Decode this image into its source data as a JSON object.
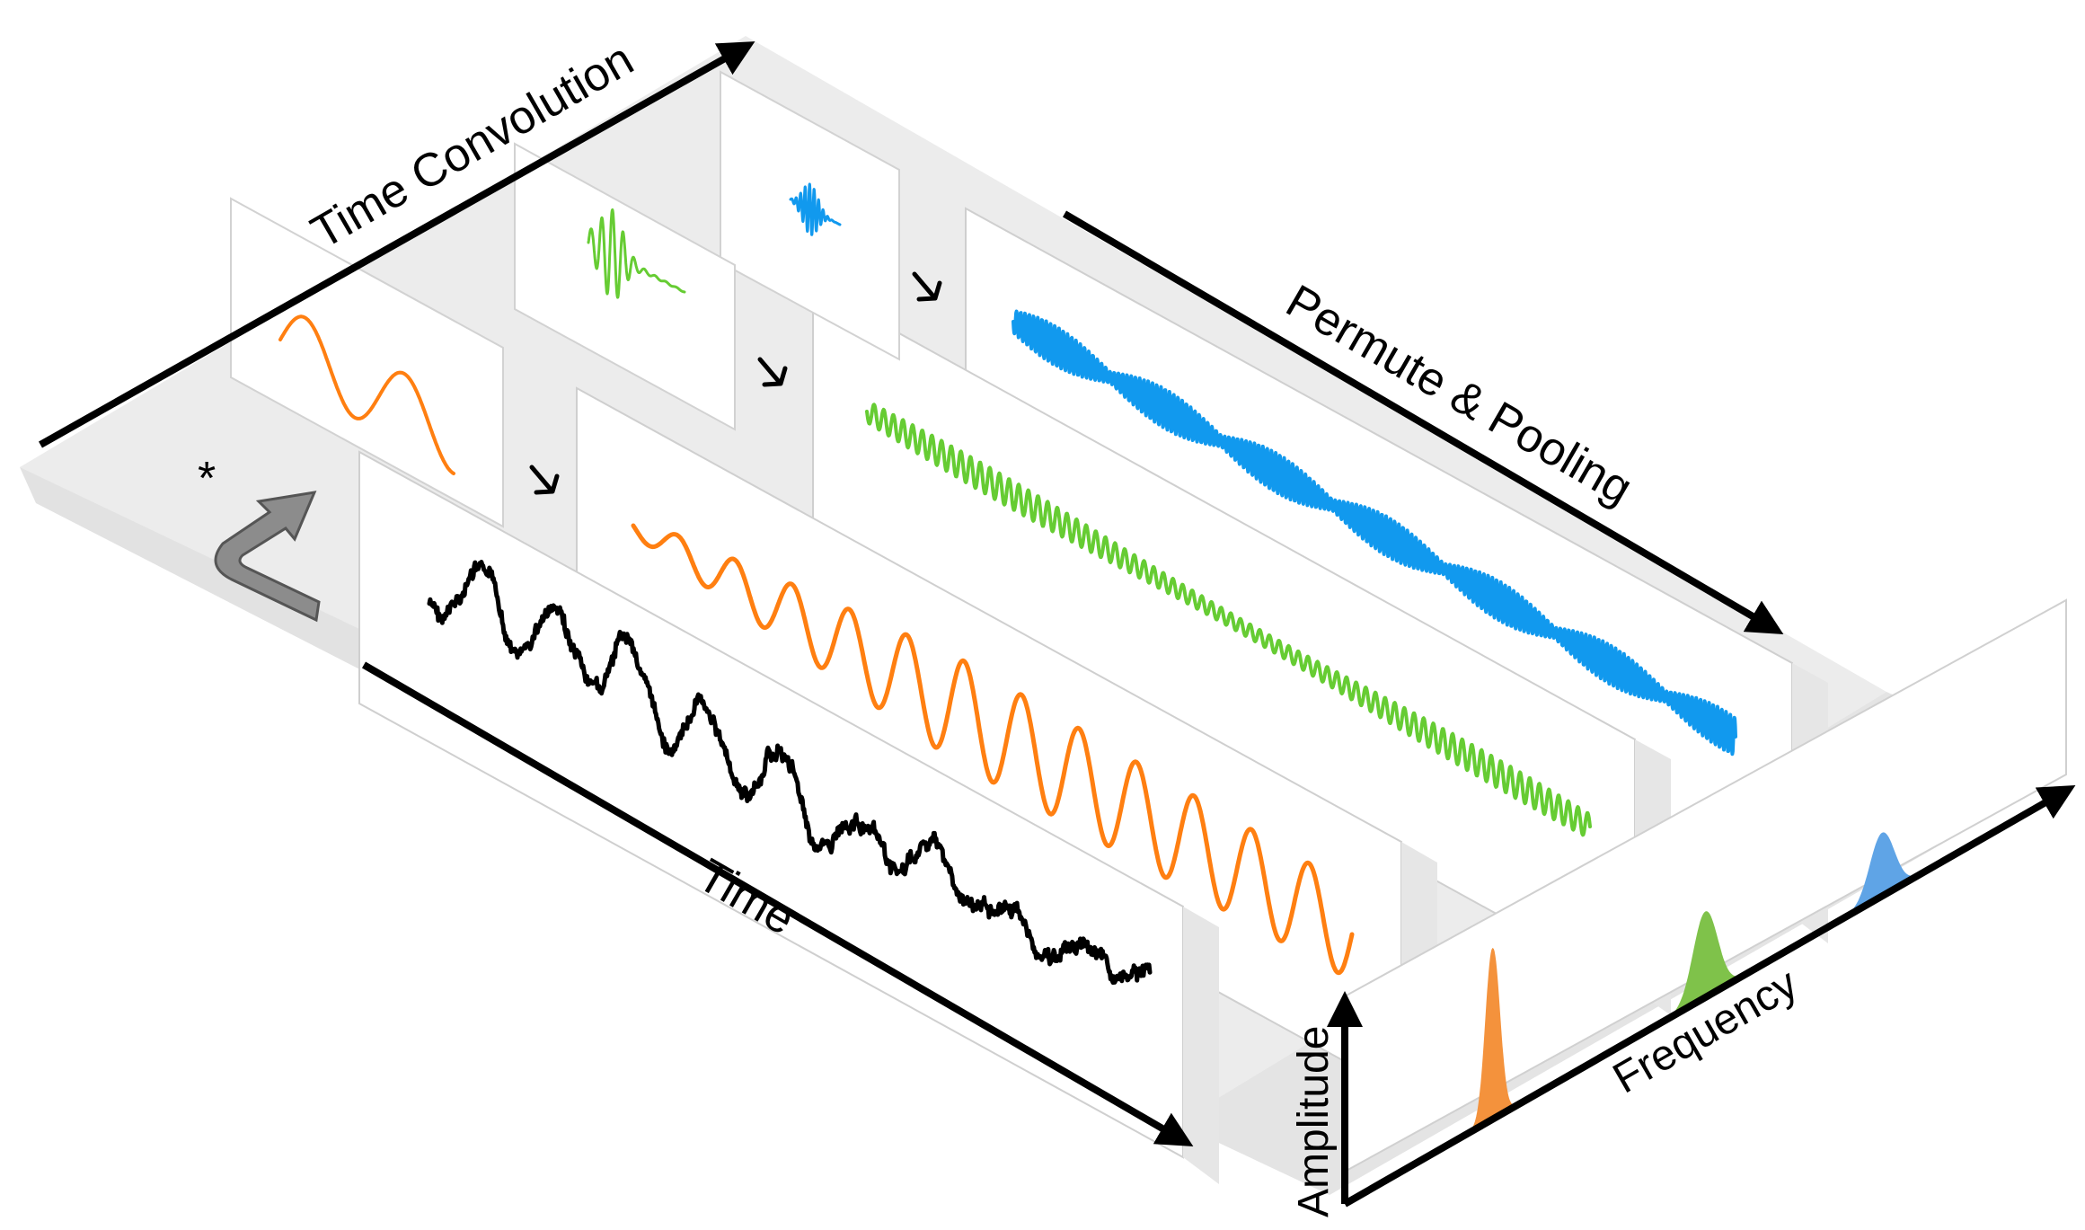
{
  "labels": {
    "time_convolution": "Time Convolution",
    "permute_pooling": "Permute & Pooling",
    "time": "Time",
    "frequency": "Frequency",
    "amplitude": "Amplitude",
    "convolution_symbol": "*"
  },
  "colors": {
    "orange": "#ff7f11",
    "green": "#66cc33",
    "blue": "#1199ee",
    "black": "#000000",
    "peak_orange": "#f4923c",
    "peak_green": "#7fc24a",
    "peak_blue": "#5fa4e6",
    "floor": "#ececec",
    "panel": "#ffffff",
    "arrow_gray": "#8a8a8a"
  },
  "kernels": [
    {
      "name": "orange-kernel",
      "color_key": "orange"
    },
    {
      "name": "green-kernel",
      "color_key": "green"
    },
    {
      "name": "blue-kernel",
      "color_key": "blue"
    }
  ],
  "signals": [
    {
      "name": "input-signal",
      "color_key": "black"
    },
    {
      "name": "orange-output",
      "color_key": "orange"
    },
    {
      "name": "green-output",
      "color_key": "green"
    },
    {
      "name": "blue-output",
      "color_key": "blue"
    }
  ],
  "spectrum_peaks": [
    {
      "name": "orange-peak",
      "color_key": "peak_orange"
    },
    {
      "name": "green-peak",
      "color_key": "peak_green"
    },
    {
      "name": "blue-peak",
      "color_key": "peak_blue"
    }
  ],
  "icons": [
    "bent-arrow-icon",
    "right-down-arrow-icon"
  ]
}
